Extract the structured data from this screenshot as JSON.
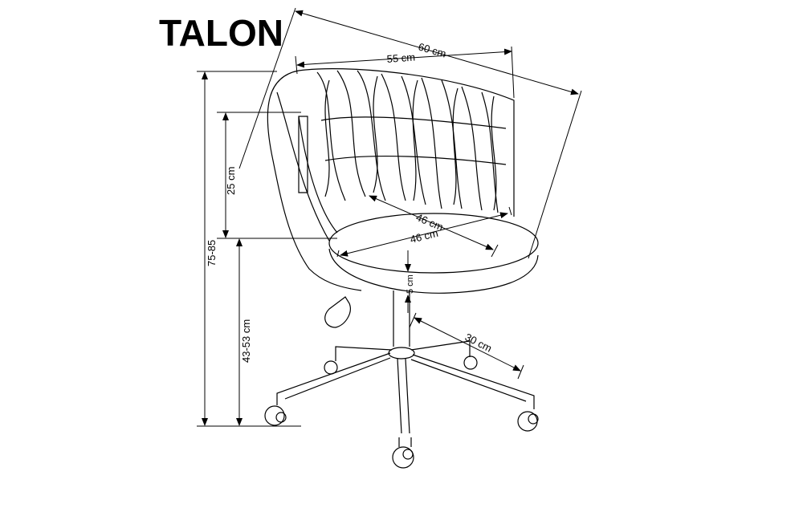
{
  "title": "TALON",
  "dimensions": {
    "overall_width": "60 cm",
    "back_width": "55 cm",
    "seat_depth": "46 cm",
    "seat_width": "46 cm",
    "height": "75-85",
    "back_height": "25 cm",
    "seat_height": "43-53 cm",
    "cushion_thickness": "5 cm",
    "base_radius": "30 cm"
  }
}
